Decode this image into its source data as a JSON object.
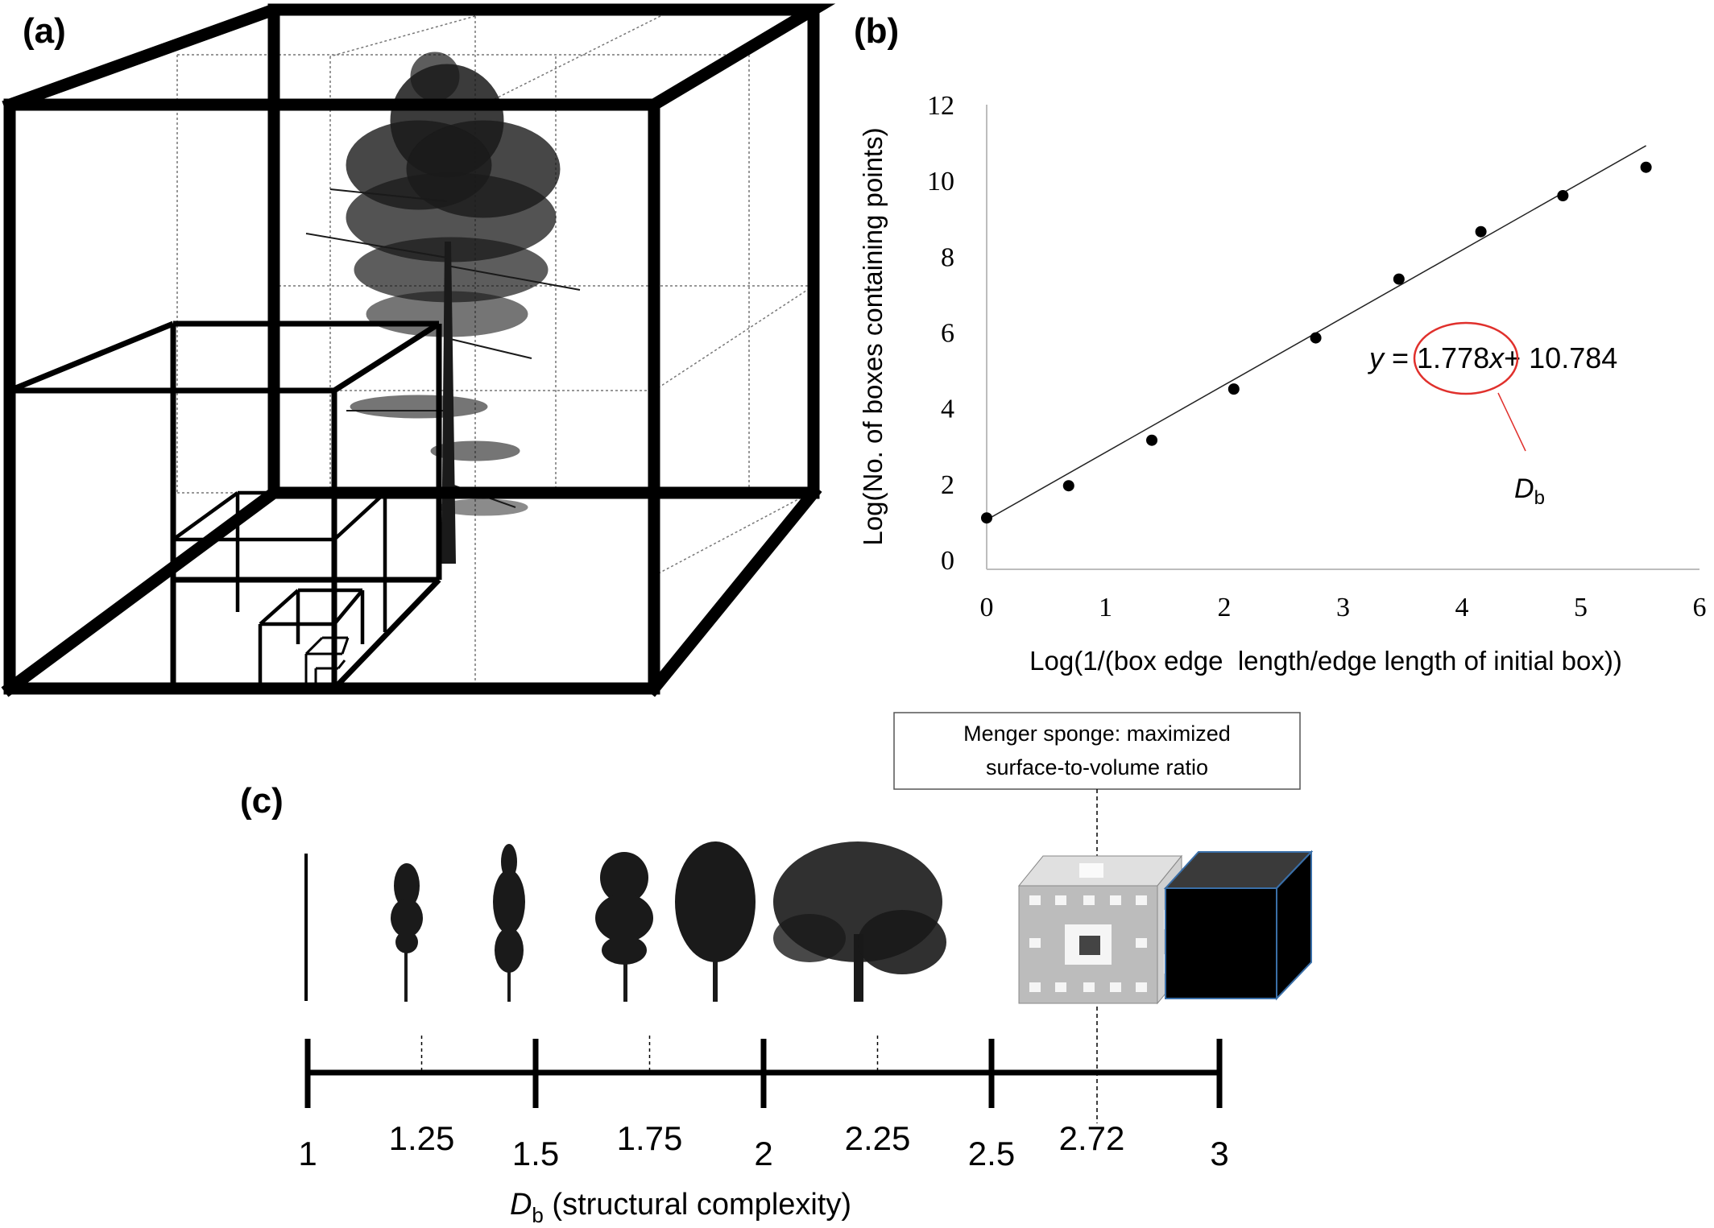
{
  "panels": {
    "a": "(a)",
    "b": "(b)",
    "c": "(c)"
  },
  "chart_data": {
    "type": "scatter",
    "xlabel": "Log(1/(box edge  length/edge length of initial box))",
    "ylabel": "Log(No. of boxes containing points)",
    "xlim": [
      0,
      6
    ],
    "ylim": [
      0,
      12
    ],
    "xticks": [
      "0",
      "1",
      "2",
      "3",
      "4",
      "5",
      "6"
    ],
    "yticks": [
      "0",
      "2",
      "4",
      "6",
      "8",
      "10",
      "12"
    ],
    "x": [
      0,
      0.69,
      1.39,
      2.08,
      2.77,
      3.47,
      4.16,
      4.85,
      5.55
    ],
    "y": [
      1.1,
      1.95,
      3.15,
      4.5,
      5.85,
      7.4,
      8.65,
      9.6,
      10.35
    ],
    "trendline": {
      "slope": 1.778,
      "intercept": 1.05,
      "x_range": [
        0,
        5.55
      ]
    },
    "equation": {
      "prefix": "y",
      "eq": " = ",
      "slope": "1.778",
      "xvar": "x",
      "rest": "+ 10.784"
    },
    "annotation": {
      "symbol": "D",
      "subscript": "b"
    },
    "grid": false,
    "point_color": "#000000",
    "annotation_color": "#e0302c"
  },
  "scale_c": {
    "ticks": [
      "1",
      "1.25",
      "1.5",
      "1.75",
      "2",
      "2.25",
      "2.5",
      "2.72",
      "3"
    ],
    "xlabel_symbol": "D",
    "xlabel_subscript": "b",
    "xlabel_rest": " (structural complexity)",
    "menger_box": [
      "Menger sponge: maximized",
      "surface-to-volume ratio"
    ]
  },
  "colors": {
    "cube_face": "#3a3a3a",
    "cube_edge": "#3a6fa8",
    "sponge": "#bcbcbc"
  }
}
